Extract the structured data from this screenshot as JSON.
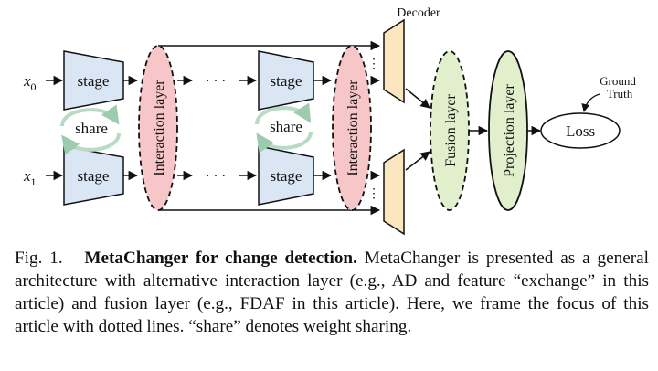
{
  "diagram": {
    "inputs": {
      "x0": "x",
      "x0_sub": "0",
      "x1": "x",
      "x1_sub": "1"
    },
    "stage_label": "stage",
    "share_label": "share",
    "interaction_layer_label": "Interaction layer",
    "ellipsis": "· · ·",
    "vertical_dots": "⋮",
    "decoder_label": "Decoder",
    "fusion_layer_label": "Fusion layer",
    "projection_layer_label": "Projection layer",
    "loss_label": "Loss",
    "ground_truth_line1": "Ground",
    "ground_truth_line2": "Truth",
    "colors": {
      "stage_fill": "#dbe6f4",
      "interaction_fill": "#f7c6c9",
      "decoder_fill": "#fbe6c0",
      "fusion_fill": "#e2efcc",
      "projection_fill": "#e2efcc",
      "share_arrow": "#b9dbc6"
    }
  },
  "caption": {
    "fig_label": "Fig. 1.",
    "title": "MetaChanger for change detection.",
    "body": " MetaChanger is presented as a general architecture with alternative interaction layer (e.g., AD and feature “exchange” in this article) and fusion layer (e.g., FDAF in this article). Here, we frame the focus of this article with dotted lines. “share” denotes weight sharing."
  }
}
